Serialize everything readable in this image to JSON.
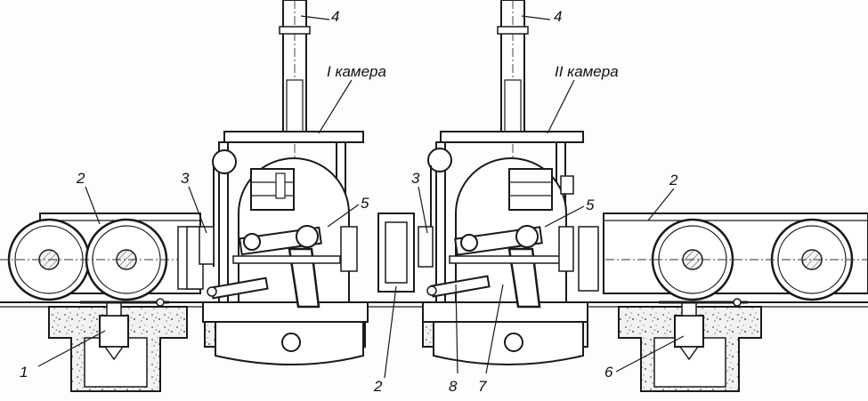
{
  "labels": {
    "l1": "1",
    "l2_left": "2",
    "l2_mid": "2",
    "l2_right": "2",
    "l3_left": "3",
    "l3_right": "3",
    "l4_left": "4",
    "l4_right": "4",
    "l5_left": "5",
    "l5_right": "5",
    "l6": "6",
    "l7": "7",
    "l8": "8",
    "cam1": "I камера",
    "cam2": "II камера"
  }
}
